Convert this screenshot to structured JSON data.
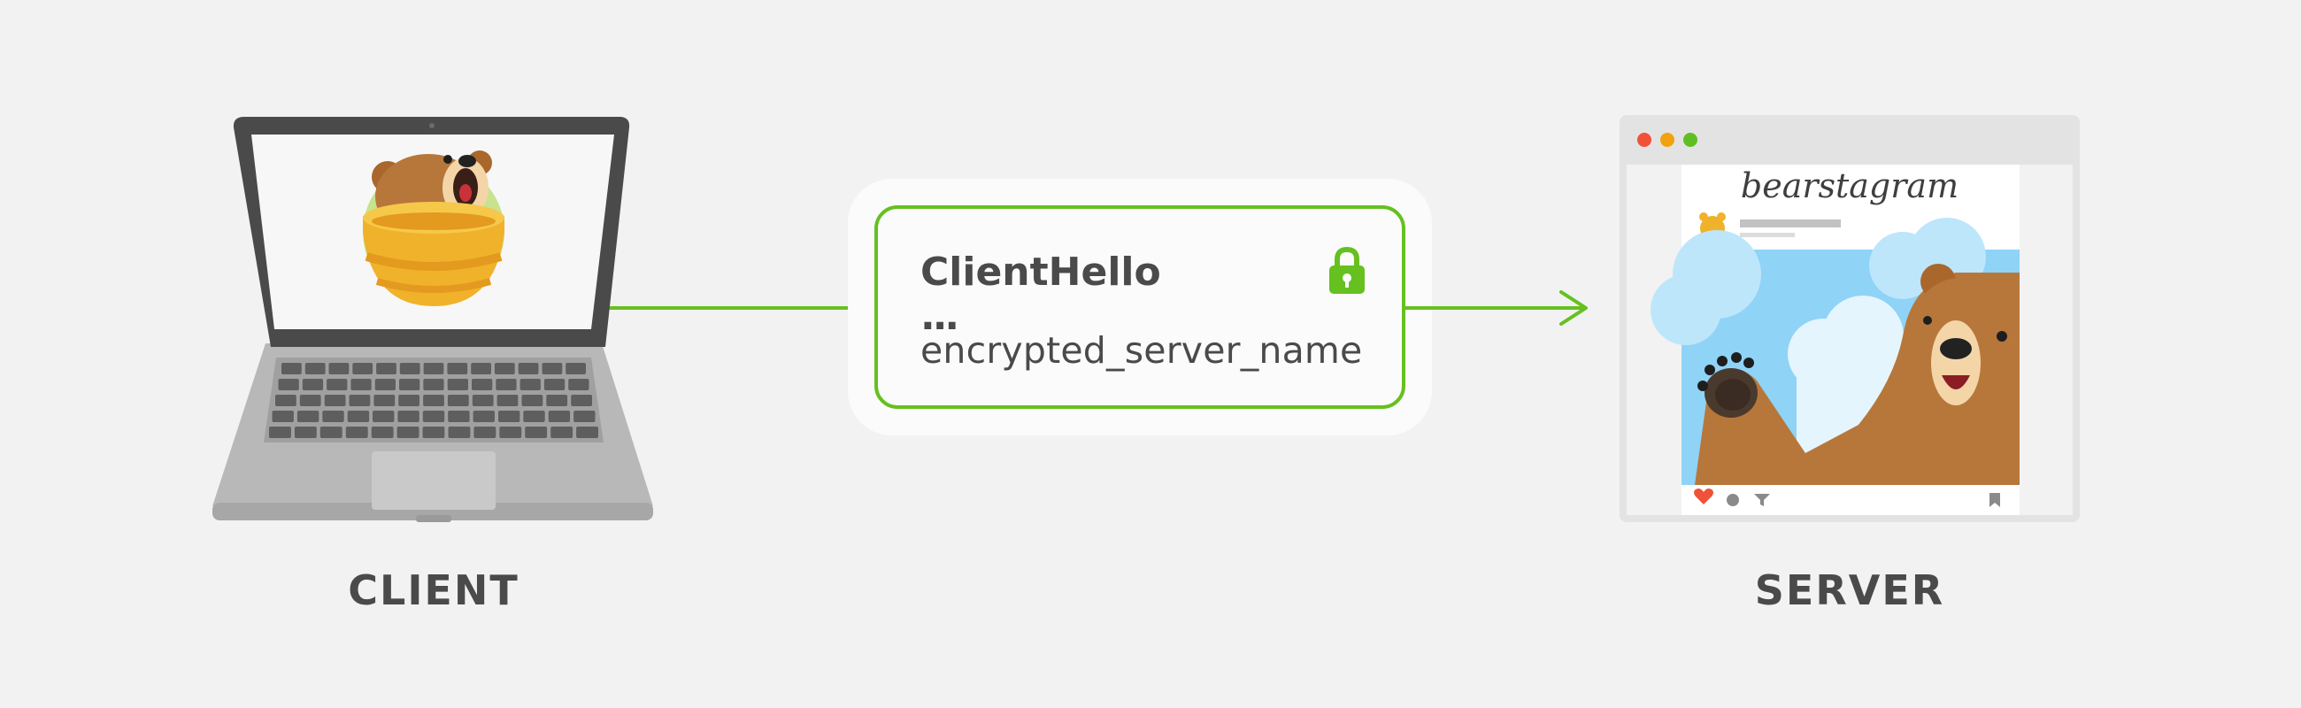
{
  "client": {
    "label": "CLIENT"
  },
  "server": {
    "label": "SERVER",
    "site_name": "bearstagram"
  },
  "message": {
    "title": "ClientHello",
    "ellipsis": "...",
    "field": "encrypted_server_name"
  },
  "colors": {
    "accent_green": "#66c01f",
    "background": "#f2f2f2",
    "text": "#4a4a4a",
    "honey_yellow": "#f0b22a",
    "bear_brown": "#b7773a",
    "sky_blue": "#8fd3f7"
  },
  "icons": [
    "lock-icon",
    "laptop-icon",
    "bear-mascot-icon",
    "browser-window-icon",
    "heart-icon",
    "comment-icon",
    "share-icon",
    "bookmark-icon",
    "arrow-head-icon"
  ]
}
